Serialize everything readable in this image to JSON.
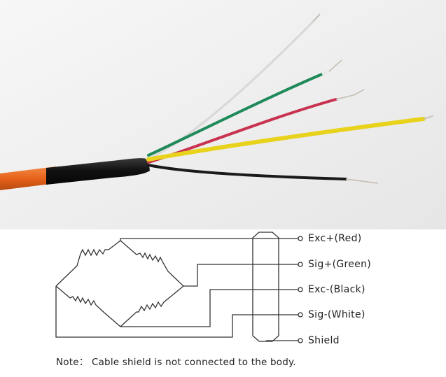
{
  "photo": {
    "colors": {
      "background": "#efefef",
      "jacket": "#e8621a",
      "sleeve": "#151515",
      "white_wire": "#dcdcdc",
      "green_wire": "#1e8a5a",
      "red_wire": "#c8324f",
      "yellow_wire": "#e8d21c",
      "black_wire": "#1a1a1a",
      "copper": "#c9c2b8"
    }
  },
  "diagram": {
    "wires": [
      {
        "label": "Exc+(Red)"
      },
      {
        "label": "Sig+(Green)"
      },
      {
        "label": "Exc-(Black)"
      },
      {
        "label": "Sig-(White)"
      },
      {
        "label": "Shield"
      }
    ],
    "line_color": "#333333"
  },
  "note": "Note： Cable shield is not connected to the body."
}
